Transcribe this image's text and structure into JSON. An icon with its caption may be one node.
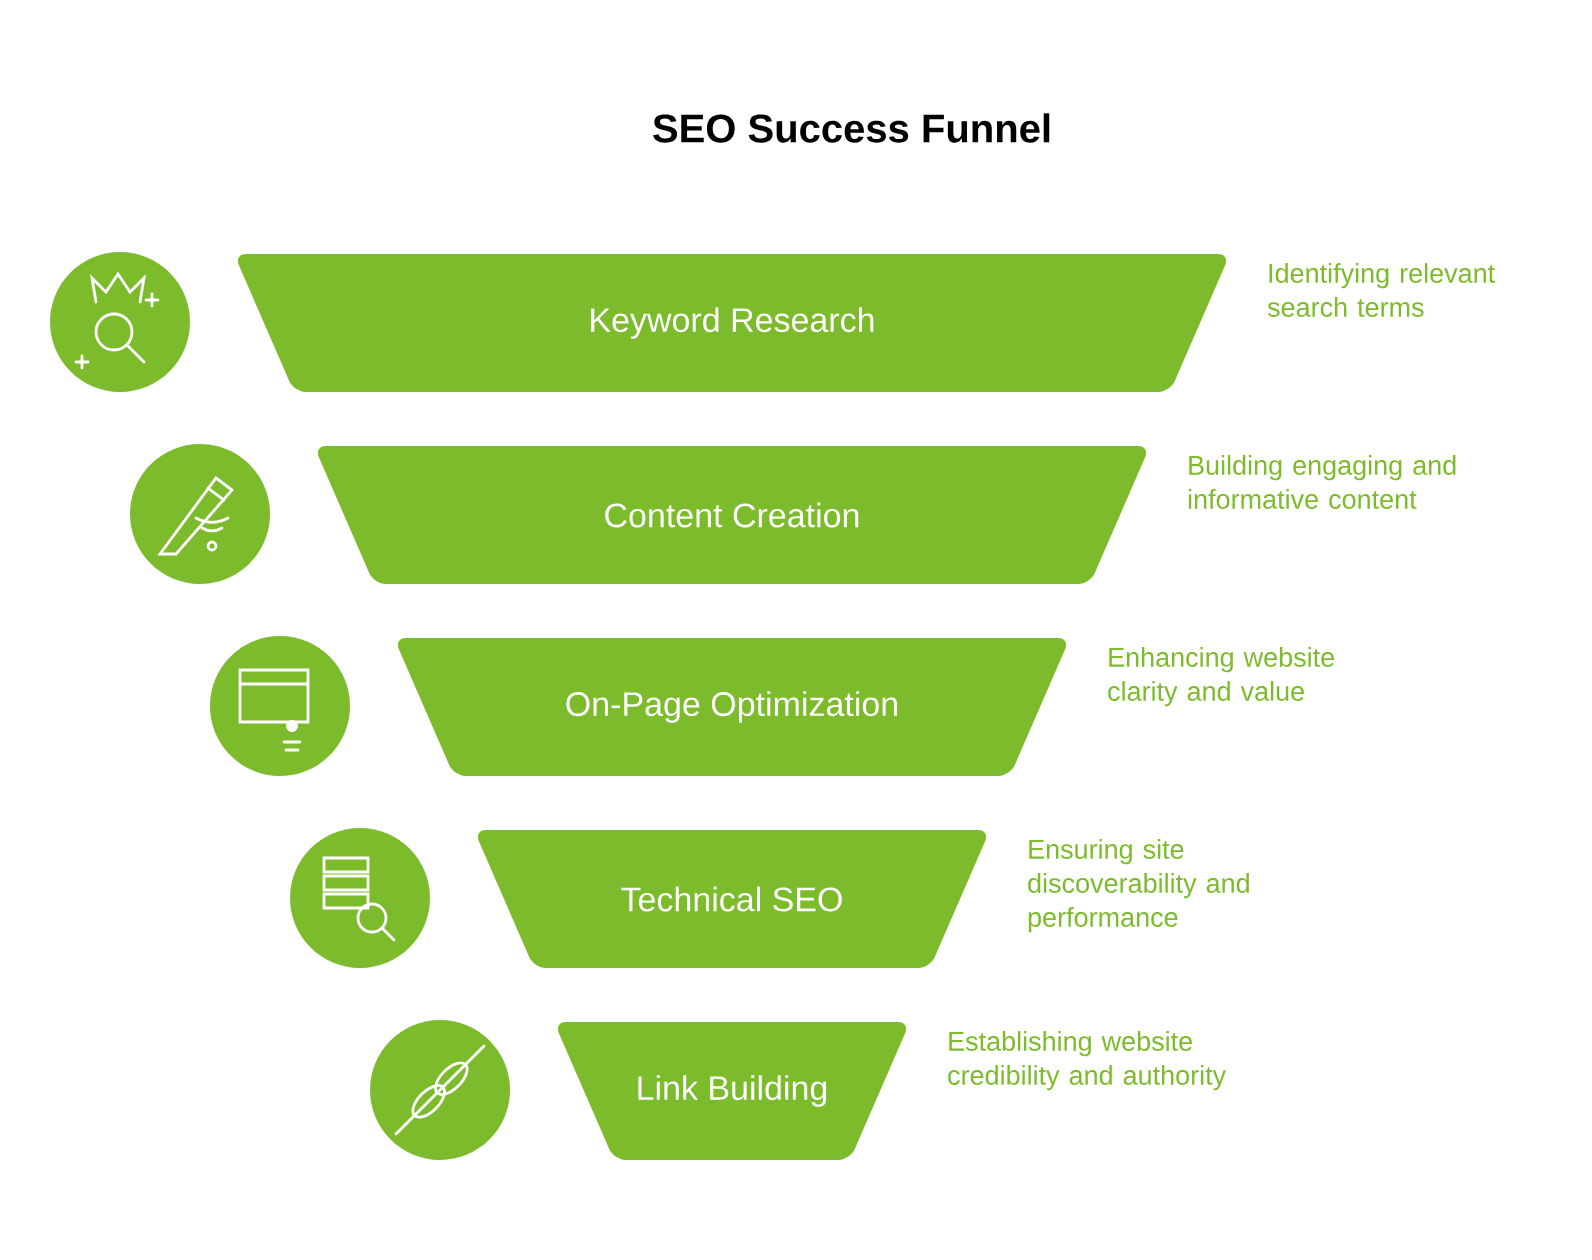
{
  "diagram": {
    "title": "SEO Success Funnel",
    "nodes": [
      {
        "text": [
          "Keyword Research"
        ],
        "beside": [
          "Identifying relevant search terms"
        ]
      },
      {
        "text": [
          "Content Creation"
        ],
        "beside": [
          "Building engaging and informative content"
        ]
      },
      {
        "text": [
          "On-Page Optimization"
        ],
        "beside": [
          "Enhancing website clarity and value"
        ]
      },
      {
        "text": [
          "Technical SEO"
        ],
        "beside": [
          "Ensuring site discoverability and performance"
        ]
      },
      {
        "text": [
          "Link Building"
        ],
        "beside": [
          "Establishing website credibility and authority"
        ]
      }
    ]
  }
}
